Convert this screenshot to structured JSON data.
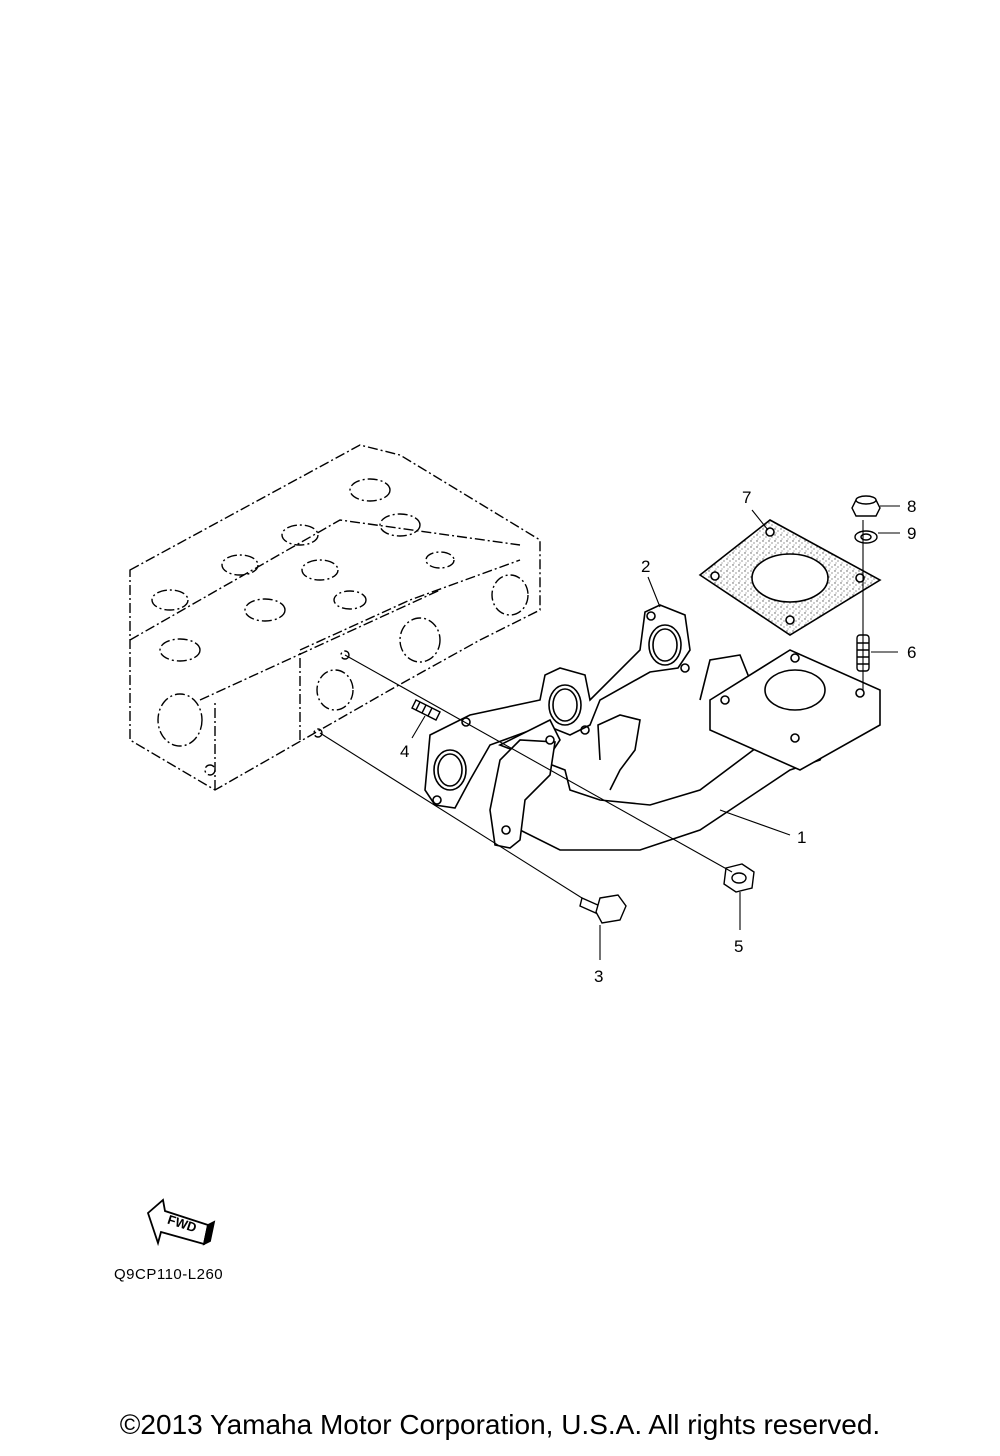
{
  "diagram": {
    "callouts": [
      {
        "id": "1",
        "label": "1"
      },
      {
        "id": "2",
        "label": "2"
      },
      {
        "id": "3",
        "label": "3"
      },
      {
        "id": "4",
        "label": "4"
      },
      {
        "id": "5",
        "label": "5"
      },
      {
        "id": "6",
        "label": "6"
      },
      {
        "id": "7",
        "label": "7"
      },
      {
        "id": "8",
        "label": "8"
      },
      {
        "id": "9",
        "label": "9"
      }
    ],
    "fwd_label": "FWD",
    "code": "Q9CP110-L260"
  },
  "footer": {
    "copyright": "©2013 Yamaha Motor Corporation, U.S.A. All rights reserved."
  },
  "icons": [
    "fwd-arrow-icon"
  ]
}
